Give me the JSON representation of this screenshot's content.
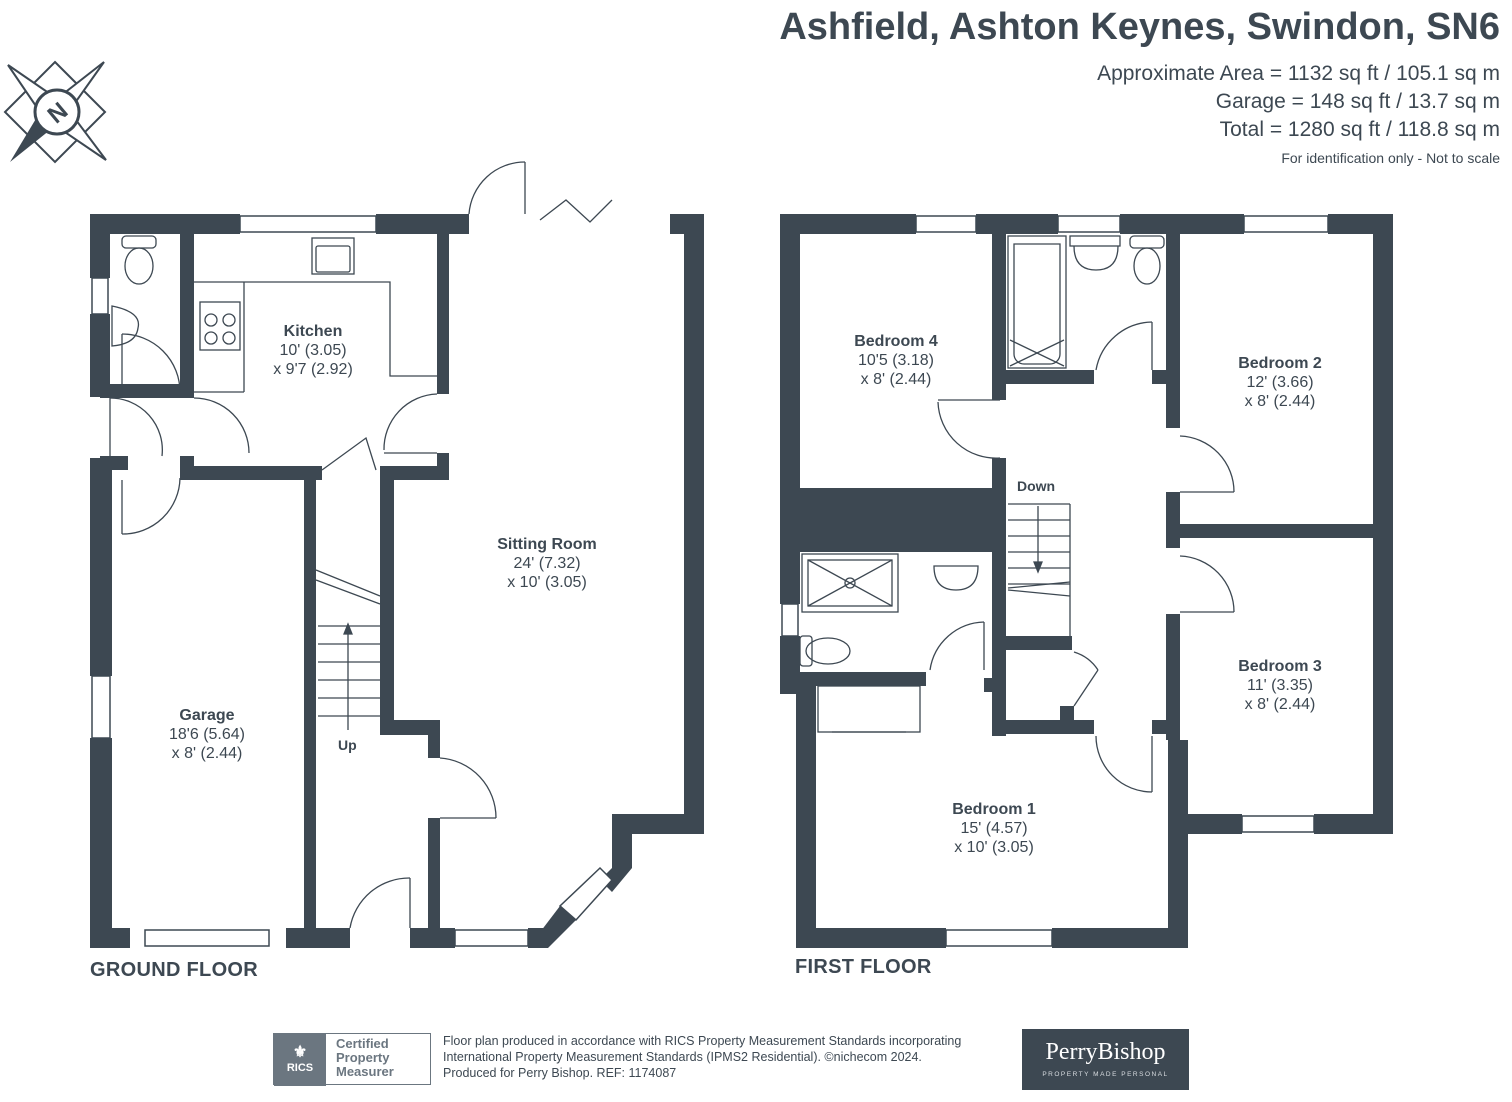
{
  "header": {
    "title": "Ashfield, Ashton Keynes, Swindon, SN6",
    "area_lines": [
      "Approximate Area = 1132 sq ft / 105.1 sq m",
      "Garage = 148 sq ft / 13.7 sq m",
      "Total = 1280 sq ft / 118.8 sq m"
    ],
    "note": "For identification only - Not to scale"
  },
  "compass": {
    "letter": "N",
    "icon": "compass-icon"
  },
  "ground_floor": {
    "label": "GROUND FLOOR",
    "rooms": [
      {
        "name": "Kitchen",
        "dim1": "10' (3.05)",
        "dim2": "x 9'7 (2.92)"
      },
      {
        "name": "Sitting Room",
        "dim1": "24' (7.32)",
        "dim2": "x 10' (3.05)"
      },
      {
        "name": "Garage",
        "dim1": "18'6 (5.64)",
        "dim2": "x 8' (2.44)"
      }
    ],
    "stairs_label": "Up"
  },
  "first_floor": {
    "label": "FIRST FLOOR",
    "rooms": [
      {
        "name": "Bedroom 4",
        "dim1": "10'5 (3.18)",
        "dim2": "x 8' (2.44)"
      },
      {
        "name": "Bedroom 2",
        "dim1": "12' (3.66)",
        "dim2": "x 8' (2.44)"
      },
      {
        "name": "Bedroom 3",
        "dim1": "11' (3.35)",
        "dim2": "x 8' (2.44)"
      },
      {
        "name": "Bedroom 1",
        "dim1": "15' (4.57)",
        "dim2": "x 10' (3.05)"
      }
    ],
    "stairs_label": "Down"
  },
  "footer": {
    "rics_logo": "RICS",
    "rics_cert": [
      "Certified",
      "Property",
      "Measurer"
    ],
    "lines": [
      "Floor plan produced in accordance with RICS Property Measurement Standards incorporating",
      "International Property Measurement Standards (IPMS2 Residential).  ©nichecom 2024.",
      "Produced for Perry Bishop.   REF: 1174087"
    ],
    "brand": "PerryBishop",
    "brand_tag": "PROPERTY MADE PERSONAL"
  },
  "colors": {
    "wall": "#3d4852",
    "text": "#3d4852",
    "line": "#7a8590"
  }
}
